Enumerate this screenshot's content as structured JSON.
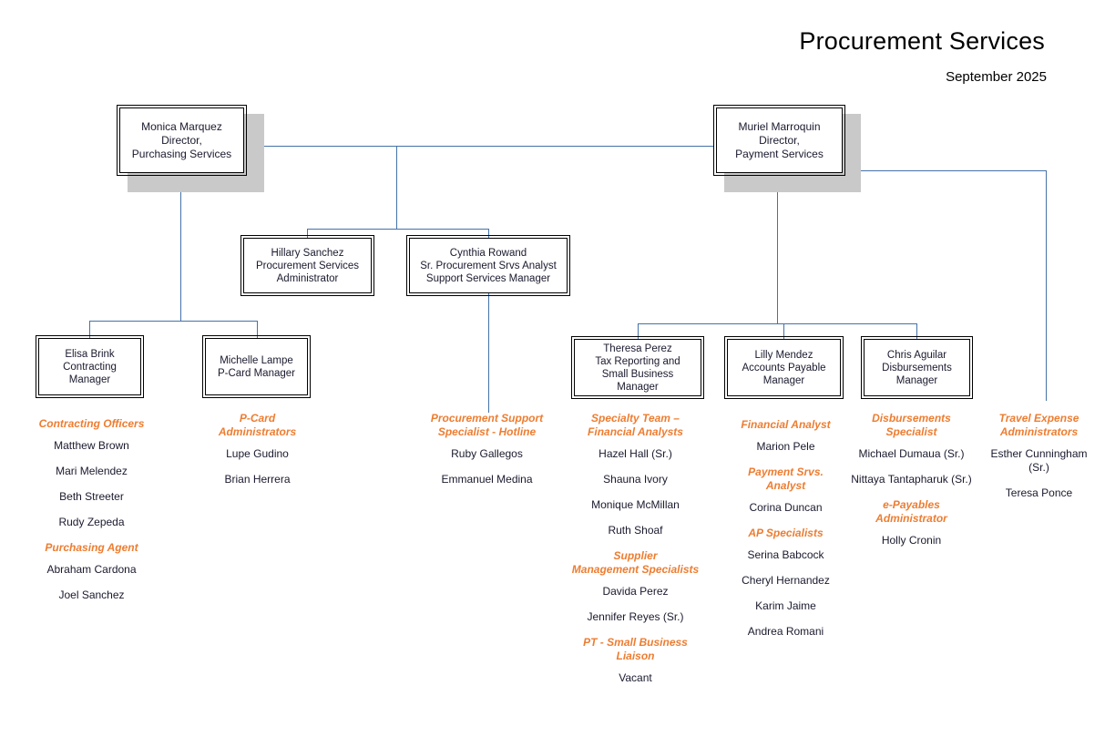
{
  "header": {
    "title": "Procurement Services",
    "date": "September 2025"
  },
  "colors": {
    "accent": "#ED7D31",
    "connector": "#4472a8",
    "box_border": "#000000",
    "shadow": "#c9c9c9",
    "text": "#1a1a2e"
  },
  "nodes": {
    "monica": "Monica Marquez\nDirector,\nPurchasing Services",
    "muriel": "Muriel Marroquin\nDirector,\nPayment Services",
    "hillary": "Hillary Sanchez\nProcurement Services\nAdministrator",
    "cynthia": "Cynthia Rowand\nSr. Procurement Srvs Analyst\nSupport Services Manager",
    "elisa": "Elisa Brink\nContracting\nManager",
    "michelle": "Michelle Lampe\nP-Card Manager",
    "theresa": "Theresa Perez\nTax Reporting and\nSmall Business\nManager",
    "lilly": "Lilly Mendez\nAccounts Payable\nManager",
    "chris": "Chris Aguilar\nDisbursements\nManager"
  },
  "columns": {
    "contracting": {
      "groups": [
        {
          "heading": "Contracting Officers",
          "people": [
            "Matthew Brown",
            "Mari Melendez",
            "Beth Streeter",
            "Rudy Zepeda"
          ]
        },
        {
          "heading": "Purchasing Agent",
          "people": [
            "Abraham Cardona",
            "Joel Sanchez"
          ]
        }
      ]
    },
    "pcard": {
      "groups": [
        {
          "heading": "P-Card\nAdministrators",
          "people": [
            "Lupe Gudino",
            "Brian Herrera"
          ]
        }
      ]
    },
    "support": {
      "groups": [
        {
          "heading": "Procurement Support\nSpecialist - Hotline",
          "people": [
            "Ruby Gallegos",
            "Emmanuel Medina"
          ]
        }
      ]
    },
    "specialty": {
      "groups": [
        {
          "heading": "Specialty Team –\nFinancial Analysts",
          "people": [
            "Hazel Hall (Sr.)",
            "Shauna Ivory",
            "Monique McMillan",
            "Ruth Shoaf"
          ]
        },
        {
          "heading": "Supplier\nManagement Specialists",
          "people": [
            "Davida Perez",
            "Jennifer Reyes (Sr.)"
          ]
        },
        {
          "heading": "PT - Small Business\nLiaison",
          "people": [
            "Vacant"
          ]
        }
      ]
    },
    "payables": {
      "groups": [
        {
          "heading": "Financial Analyst",
          "people": [
            "Marion Pele"
          ]
        },
        {
          "heading": "Payment Srvs.\nAnalyst",
          "people": [
            "Corina Duncan"
          ]
        },
        {
          "heading": "AP Specialists",
          "people": [
            "Serina Babcock",
            "Cheryl Hernandez",
            "Karim Jaime",
            "Andrea Romani"
          ]
        }
      ]
    },
    "disbursements": {
      "groups": [
        {
          "heading": "Disbursements\nSpecialist",
          "people": [
            "Michael Dumaua (Sr.)",
            "Nittaya Tantapharuk (Sr.)"
          ]
        },
        {
          "heading": "e-Payables\nAdministrator",
          "people": [
            "Holly Cronin"
          ]
        }
      ]
    },
    "travel": {
      "groups": [
        {
          "heading": "Travel Expense\nAdministrators",
          "people": [
            "Esther Cunningham\n(Sr.)",
            "Teresa Ponce"
          ]
        }
      ]
    }
  }
}
